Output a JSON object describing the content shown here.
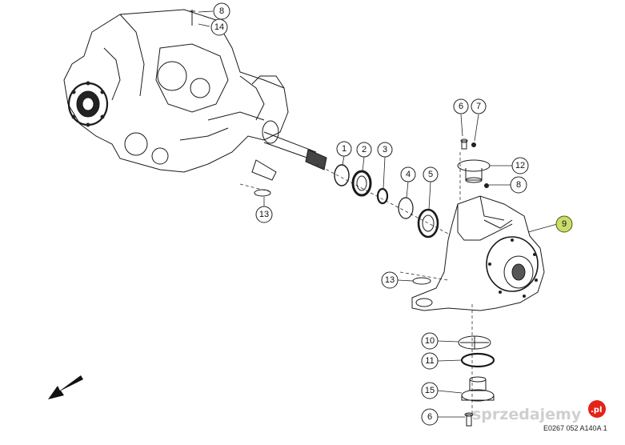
{
  "callouts": [
    {
      "id": "c8a",
      "label": "8",
      "highlight": false
    },
    {
      "id": "c14",
      "label": "14",
      "highlight": false
    },
    {
      "id": "c6a",
      "label": "6",
      "highlight": false
    },
    {
      "id": "c7",
      "label": "7",
      "highlight": false
    },
    {
      "id": "c12",
      "label": "12",
      "highlight": false
    },
    {
      "id": "c8b",
      "label": "8",
      "highlight": false
    },
    {
      "id": "c1",
      "label": "1",
      "highlight": false
    },
    {
      "id": "c2",
      "label": "2",
      "highlight": false
    },
    {
      "id": "c3",
      "label": "3",
      "highlight": false
    },
    {
      "id": "c4",
      "label": "4",
      "highlight": false
    },
    {
      "id": "c5",
      "label": "5",
      "highlight": false
    },
    {
      "id": "c9",
      "label": "9",
      "highlight": true
    },
    {
      "id": "c13a",
      "label": "13",
      "highlight": false
    },
    {
      "id": "c13b",
      "label": "13",
      "highlight": false
    },
    {
      "id": "c10",
      "label": "10",
      "highlight": false
    },
    {
      "id": "c11",
      "label": "11",
      "highlight": false
    },
    {
      "id": "c15",
      "label": "15",
      "highlight": false
    },
    {
      "id": "c6b",
      "label": "6",
      "highlight": false
    }
  ],
  "figure_code": "E0267 052 A140A 1",
  "watermark": {
    "text": "sprzedajemy",
    "suffix": ".pl"
  },
  "colors": {
    "highlight": "#c9dd6a",
    "line": "#1a1a1a",
    "watermark": "#cfcfcf",
    "watermark_badge": "#e2231a"
  },
  "icons": [
    "direction-arrow-icon"
  ]
}
